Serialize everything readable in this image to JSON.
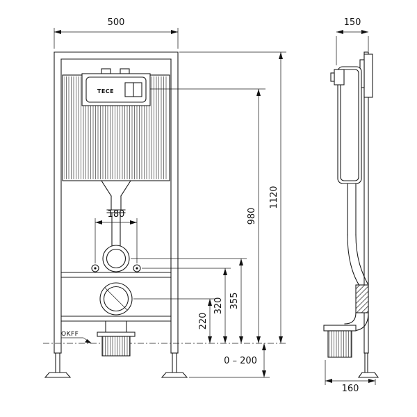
{
  "drawing": {
    "brand_label": "TECE",
    "floor_level_label": "OKFF",
    "dims": {
      "front_width": "500",
      "side_depth": "150",
      "total_height": "1120",
      "panel_height": "980",
      "fixing_span": "180",
      "flush_bend_height": "355",
      "rail_height": "320",
      "outlet_height": "220",
      "foot_adjustment": "0 – 200",
      "outlet_depth": "160"
    }
  }
}
